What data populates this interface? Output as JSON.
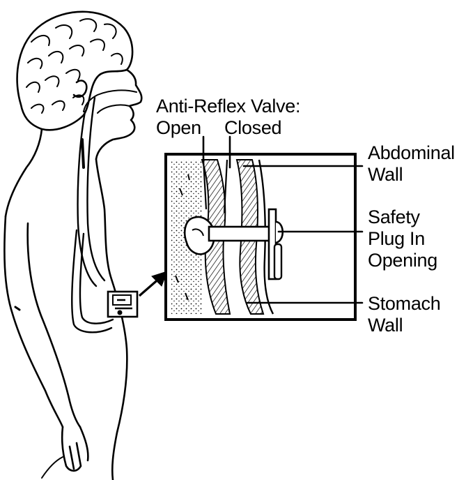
{
  "labels": {
    "valve_title": "Anti-Reflex Valve:",
    "open": "Open",
    "closed": "Closed",
    "abdominal_wall": [
      "Abdominal",
      "Wall"
    ],
    "safety_plug": [
      "Safety",
      "Plug In",
      "Opening"
    ],
    "stomach_wall": [
      "Stomach",
      "Wall"
    ]
  },
  "colors": {
    "ink": "#000000",
    "paper": "#ffffff"
  }
}
